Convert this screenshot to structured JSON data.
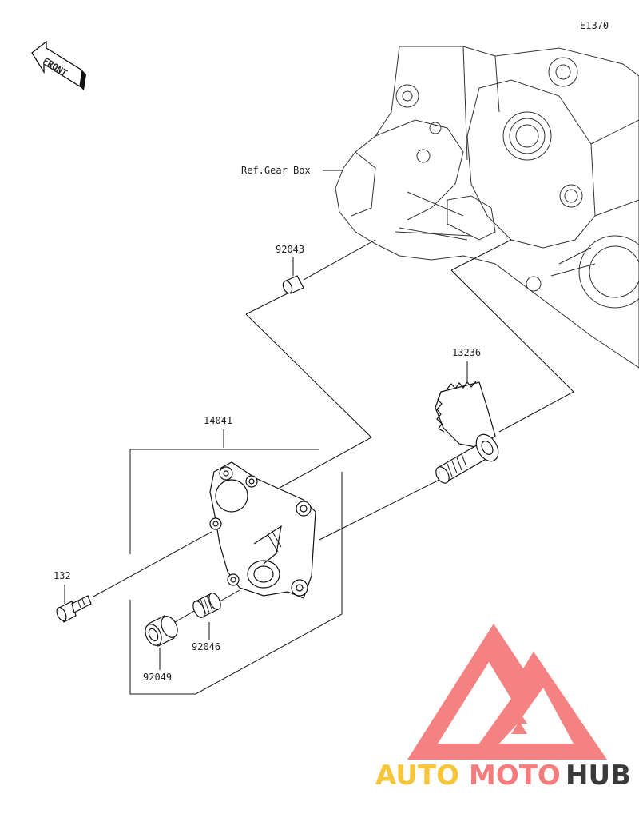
{
  "diagram": {
    "code": "E1370",
    "front_label": "FRONT",
    "ref_label": "Ref.Gear Box",
    "parts": {
      "p92043": "92043",
      "p13236": "13236",
      "p14041": "14041",
      "p132": "132",
      "p92046": "92046",
      "p92049": "92049"
    }
  },
  "watermark": {
    "brand_part1": "AUTO",
    "brand_part2": "MOTO",
    "brand_part3": "HUB",
    "colors": {
      "accent": "#f47c7c",
      "yellow": "#f6c53a",
      "dark": "#3a3a3a"
    }
  }
}
